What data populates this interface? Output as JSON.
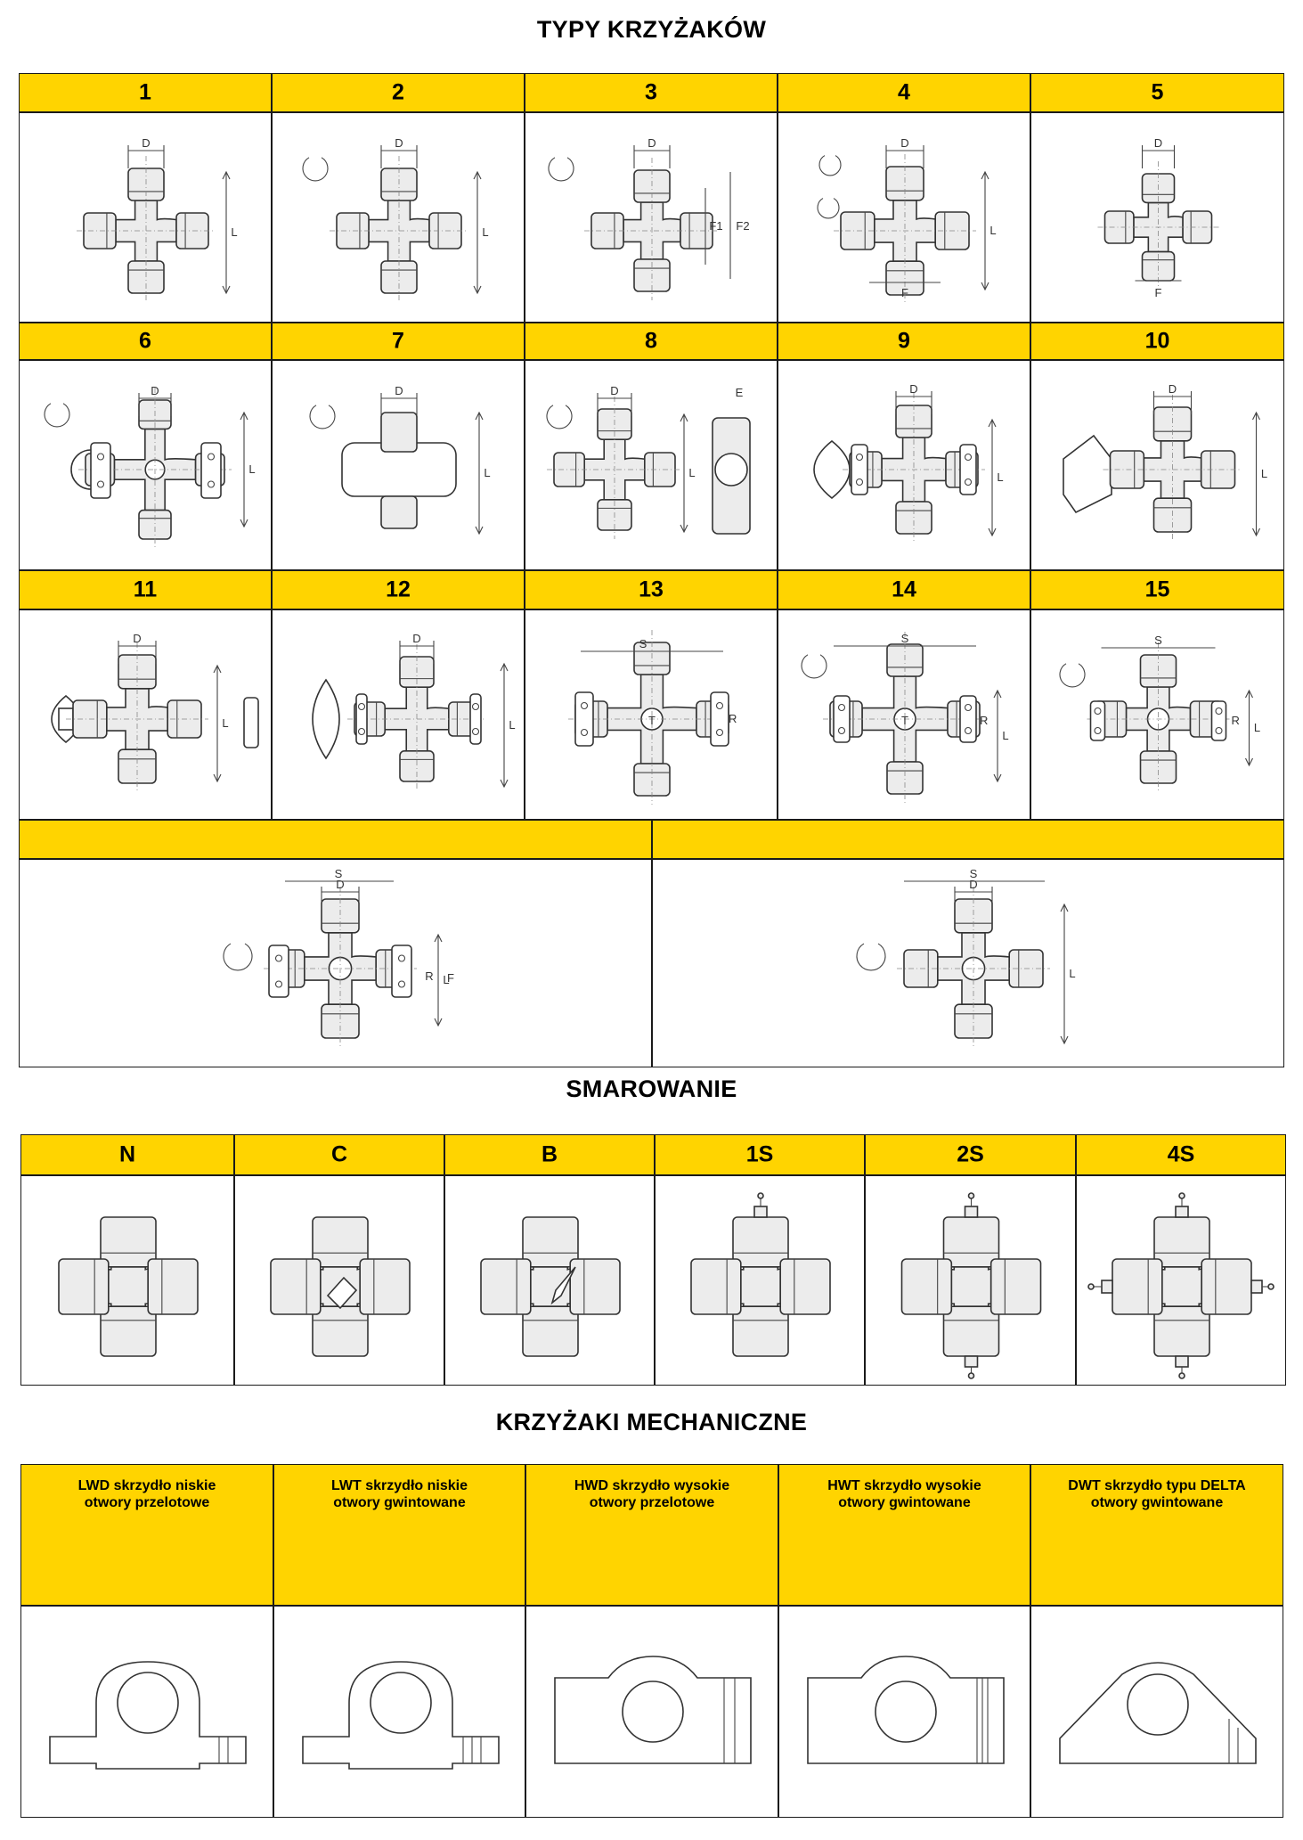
{
  "titles": {
    "types": "TYPY KRZYŻAKÓW",
    "lubrication": "SMAROWANIE",
    "mechanical": "KRZYŻAKI MECHANICZNE"
  },
  "types": {
    "rows": [
      [
        "1",
        "2",
        "3",
        "4",
        "5"
      ],
      [
        "6",
        "7",
        "8",
        "9",
        "10"
      ],
      [
        "11",
        "12",
        "13",
        "14",
        "15"
      ]
    ],
    "bottom": [
      "",
      ""
    ]
  },
  "dimension_labels": [
    "D",
    "L",
    "F",
    "F1",
    "F2",
    "E",
    "S",
    "R",
    "T"
  ],
  "lubrication": [
    "N",
    "C",
    "B",
    "1S",
    "2S",
    "4S"
  ],
  "mechanical": [
    {
      "line1": "LWD skrzydło niskie",
      "line2": "otwory przelotowe"
    },
    {
      "line1": "LWT skrzydło niskie",
      "line2": "otwory gwintowane"
    },
    {
      "line1": "HWD skrzydło wysokie",
      "line2": "otwory przelotowe"
    },
    {
      "line1": "HWT skrzydło wysokie",
      "line2": "otwory gwintowane"
    },
    {
      "line1": "DWT skrzydło typu DELTA",
      "line2": "otwory gwintowane"
    }
  ],
  "colors": {
    "header_yellow": "#ffd400",
    "border": "#1a1a1a",
    "drawing": "#333333"
  }
}
